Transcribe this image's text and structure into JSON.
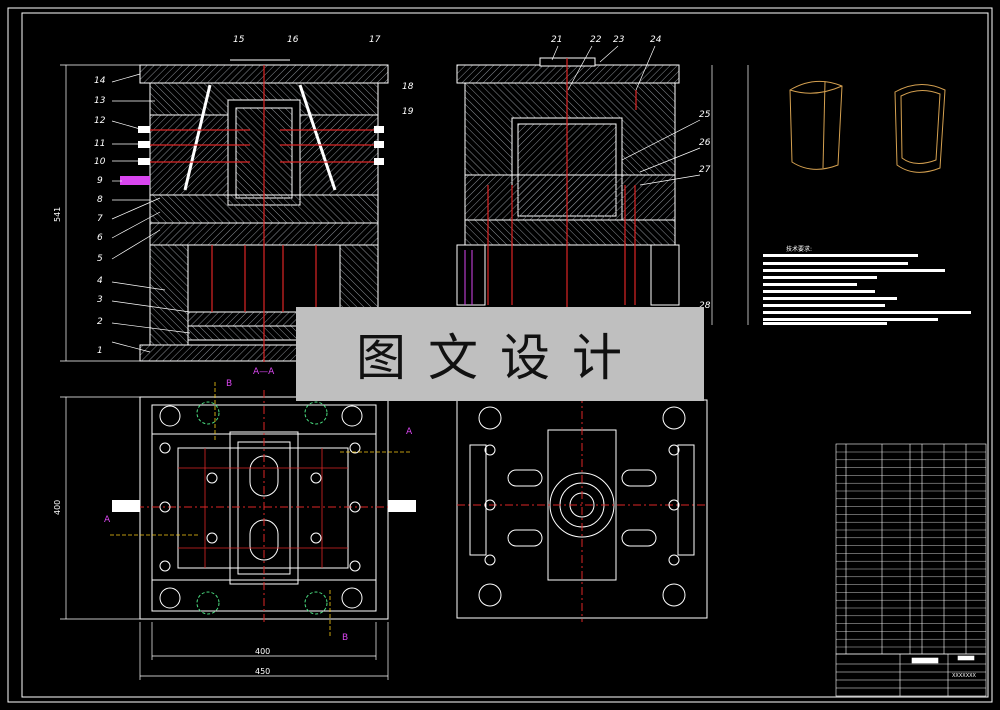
{
  "watermark": "图文设计",
  "section_label": "A—A",
  "section_letters": {
    "a": "A",
    "b": "B"
  },
  "technical_requirements_title": "技术要求:",
  "dimensions": {
    "height": "541",
    "width_inner": "400",
    "width_outer": "450"
  },
  "part_labels": [
    "1",
    "2",
    "3",
    "4",
    "5",
    "6",
    "7",
    "8",
    "9",
    "10",
    "11",
    "12",
    "13",
    "14",
    "15",
    "16",
    "17",
    "18",
    "19",
    "21",
    "22",
    "23",
    "24",
    "25",
    "26",
    "27",
    "28"
  ],
  "title_block_code": "XXXXXXX",
  "colors": {
    "background": "#000000",
    "lines": "#ffffff",
    "hatch": "#9ca3af",
    "centerline": "#dc2626",
    "section_marker": "#d946ef",
    "dimension_ext": "#facc15",
    "parts_3d": "#d4a050"
  }
}
